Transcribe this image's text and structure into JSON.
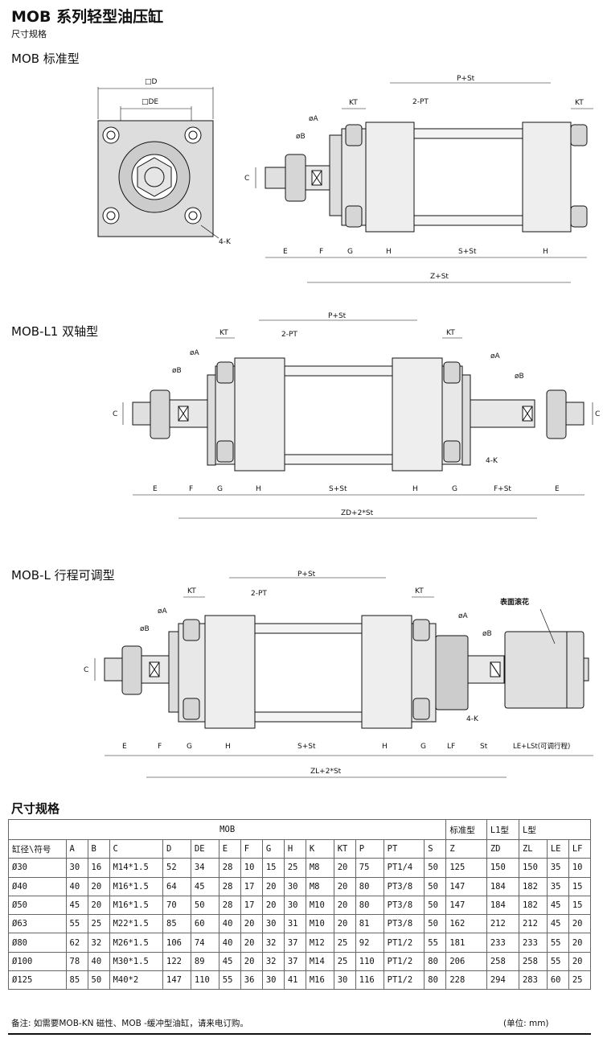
{
  "header": {
    "title": "MOB 系列轻型油压缸",
    "subtitle": "尺寸规格"
  },
  "sections": {
    "standard": "MOB  标准型",
    "l1": "MOB-L1  双轴型",
    "l": "MOB-L  行程可调型"
  },
  "diagram_labels": {
    "sq_d": "□D",
    "sq_de": "□DE",
    "four_k": "4-K",
    "kt": "KT",
    "two_pt": "2-PT",
    "p_st": "P+St",
    "phi_a": "øA",
    "phi_b": "øB",
    "c": "C",
    "e": "E",
    "f": "F",
    "g": "G",
    "h": "H",
    "s_st": "S+St",
    "z_st": "Z+St",
    "f_st": "F+St",
    "zd_2st": "ZD+2*St",
    "zl_2st": "ZL+2*St",
    "lf": "LF",
    "st": "St",
    "le_lst": "LE+LSt(可调行程)",
    "knurl": "表面滚花"
  },
  "table": {
    "title": "尺寸规格",
    "group_headers": [
      "MOB",
      "标准型",
      "L1型",
      "L型"
    ],
    "columns": [
      "缸径\\符号",
      "A",
      "B",
      "C",
      "D",
      "DE",
      "E",
      "F",
      "G",
      "H",
      "K",
      "KT",
      "P",
      "PT",
      "S",
      "Z",
      "ZD",
      "ZL",
      "LE",
      "LF"
    ],
    "rows": [
      [
        "Ø30",
        "30",
        "16",
        "M14*1.5",
        "52",
        "34",
        "28",
        "10",
        "15",
        "25",
        "M8",
        "20",
        "75",
        "PT1/4",
        "50",
        "125",
        "150",
        "150",
        "35",
        "10"
      ],
      [
        "Ø40",
        "40",
        "20",
        "M16*1.5",
        "64",
        "45",
        "28",
        "17",
        "20",
        "30",
        "M8",
        "20",
        "80",
        "PT3/8",
        "50",
        "147",
        "184",
        "182",
        "35",
        "15"
      ],
      [
        "Ø50",
        "45",
        "20",
        "M16*1.5",
        "70",
        "50",
        "28",
        "17",
        "20",
        "30",
        "M10",
        "20",
        "80",
        "PT3/8",
        "50",
        "147",
        "184",
        "182",
        "45",
        "15"
      ],
      [
        "Ø63",
        "55",
        "25",
        "M22*1.5",
        "85",
        "60",
        "40",
        "20",
        "30",
        "31",
        "M10",
        "20",
        "81",
        "PT3/8",
        "50",
        "162",
        "212",
        "212",
        "45",
        "20"
      ],
      [
        "Ø80",
        "62",
        "32",
        "M26*1.5",
        "106",
        "74",
        "40",
        "20",
        "32",
        "37",
        "M12",
        "25",
        "92",
        "PT1/2",
        "55",
        "181",
        "233",
        "233",
        "55",
        "20"
      ],
      [
        "Ø100",
        "78",
        "40",
        "M30*1.5",
        "122",
        "89",
        "45",
        "20",
        "32",
        "37",
        "M14",
        "25",
        "110",
        "PT1/2",
        "80",
        "206",
        "258",
        "258",
        "55",
        "20"
      ],
      [
        "Ø125",
        "85",
        "50",
        "M40*2",
        "147",
        "110",
        "55",
        "36",
        "30",
        "41",
        "M16",
        "30",
        "116",
        "PT1/2",
        "80",
        "228",
        "294",
        "283",
        "60",
        "25"
      ]
    ]
  },
  "footer": {
    "note": "备注: 如需要MOB-KN 磁性、MOB -缓冲型油缸，请来电订购。",
    "unit": "(单位: mm)"
  }
}
